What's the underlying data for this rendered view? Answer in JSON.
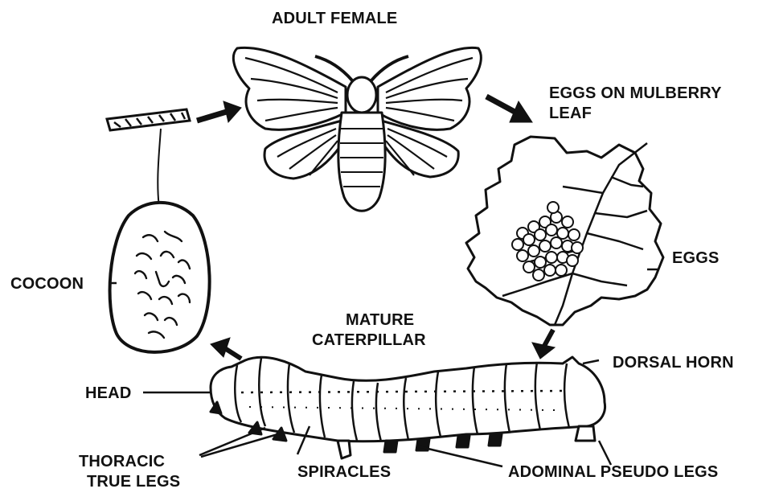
{
  "labels": {
    "adult_female": "ADULT FEMALE",
    "eggs_on_leaf_line1": "EGGS ON MULBERRY",
    "eggs_on_leaf_line2": "LEAF",
    "eggs": "EGGS",
    "cocoon": "COCOON",
    "mature_caterpillar_line1": "MATURE",
    "mature_caterpillar_line2": "CATERPILLAR",
    "dorsal_horn": "DORSAL HORN",
    "head": "HEAD",
    "thoracic_true_legs_line1": "THORACIC",
    "thoracic_true_legs_line2": "TRUE LEGS",
    "spiracles": "SPIRACLES",
    "abdominal_pseudo_legs": "ADOMINAL PSEUDO LEGS"
  },
  "colors": {
    "ink": "#111111",
    "paper": "#ffffff"
  }
}
